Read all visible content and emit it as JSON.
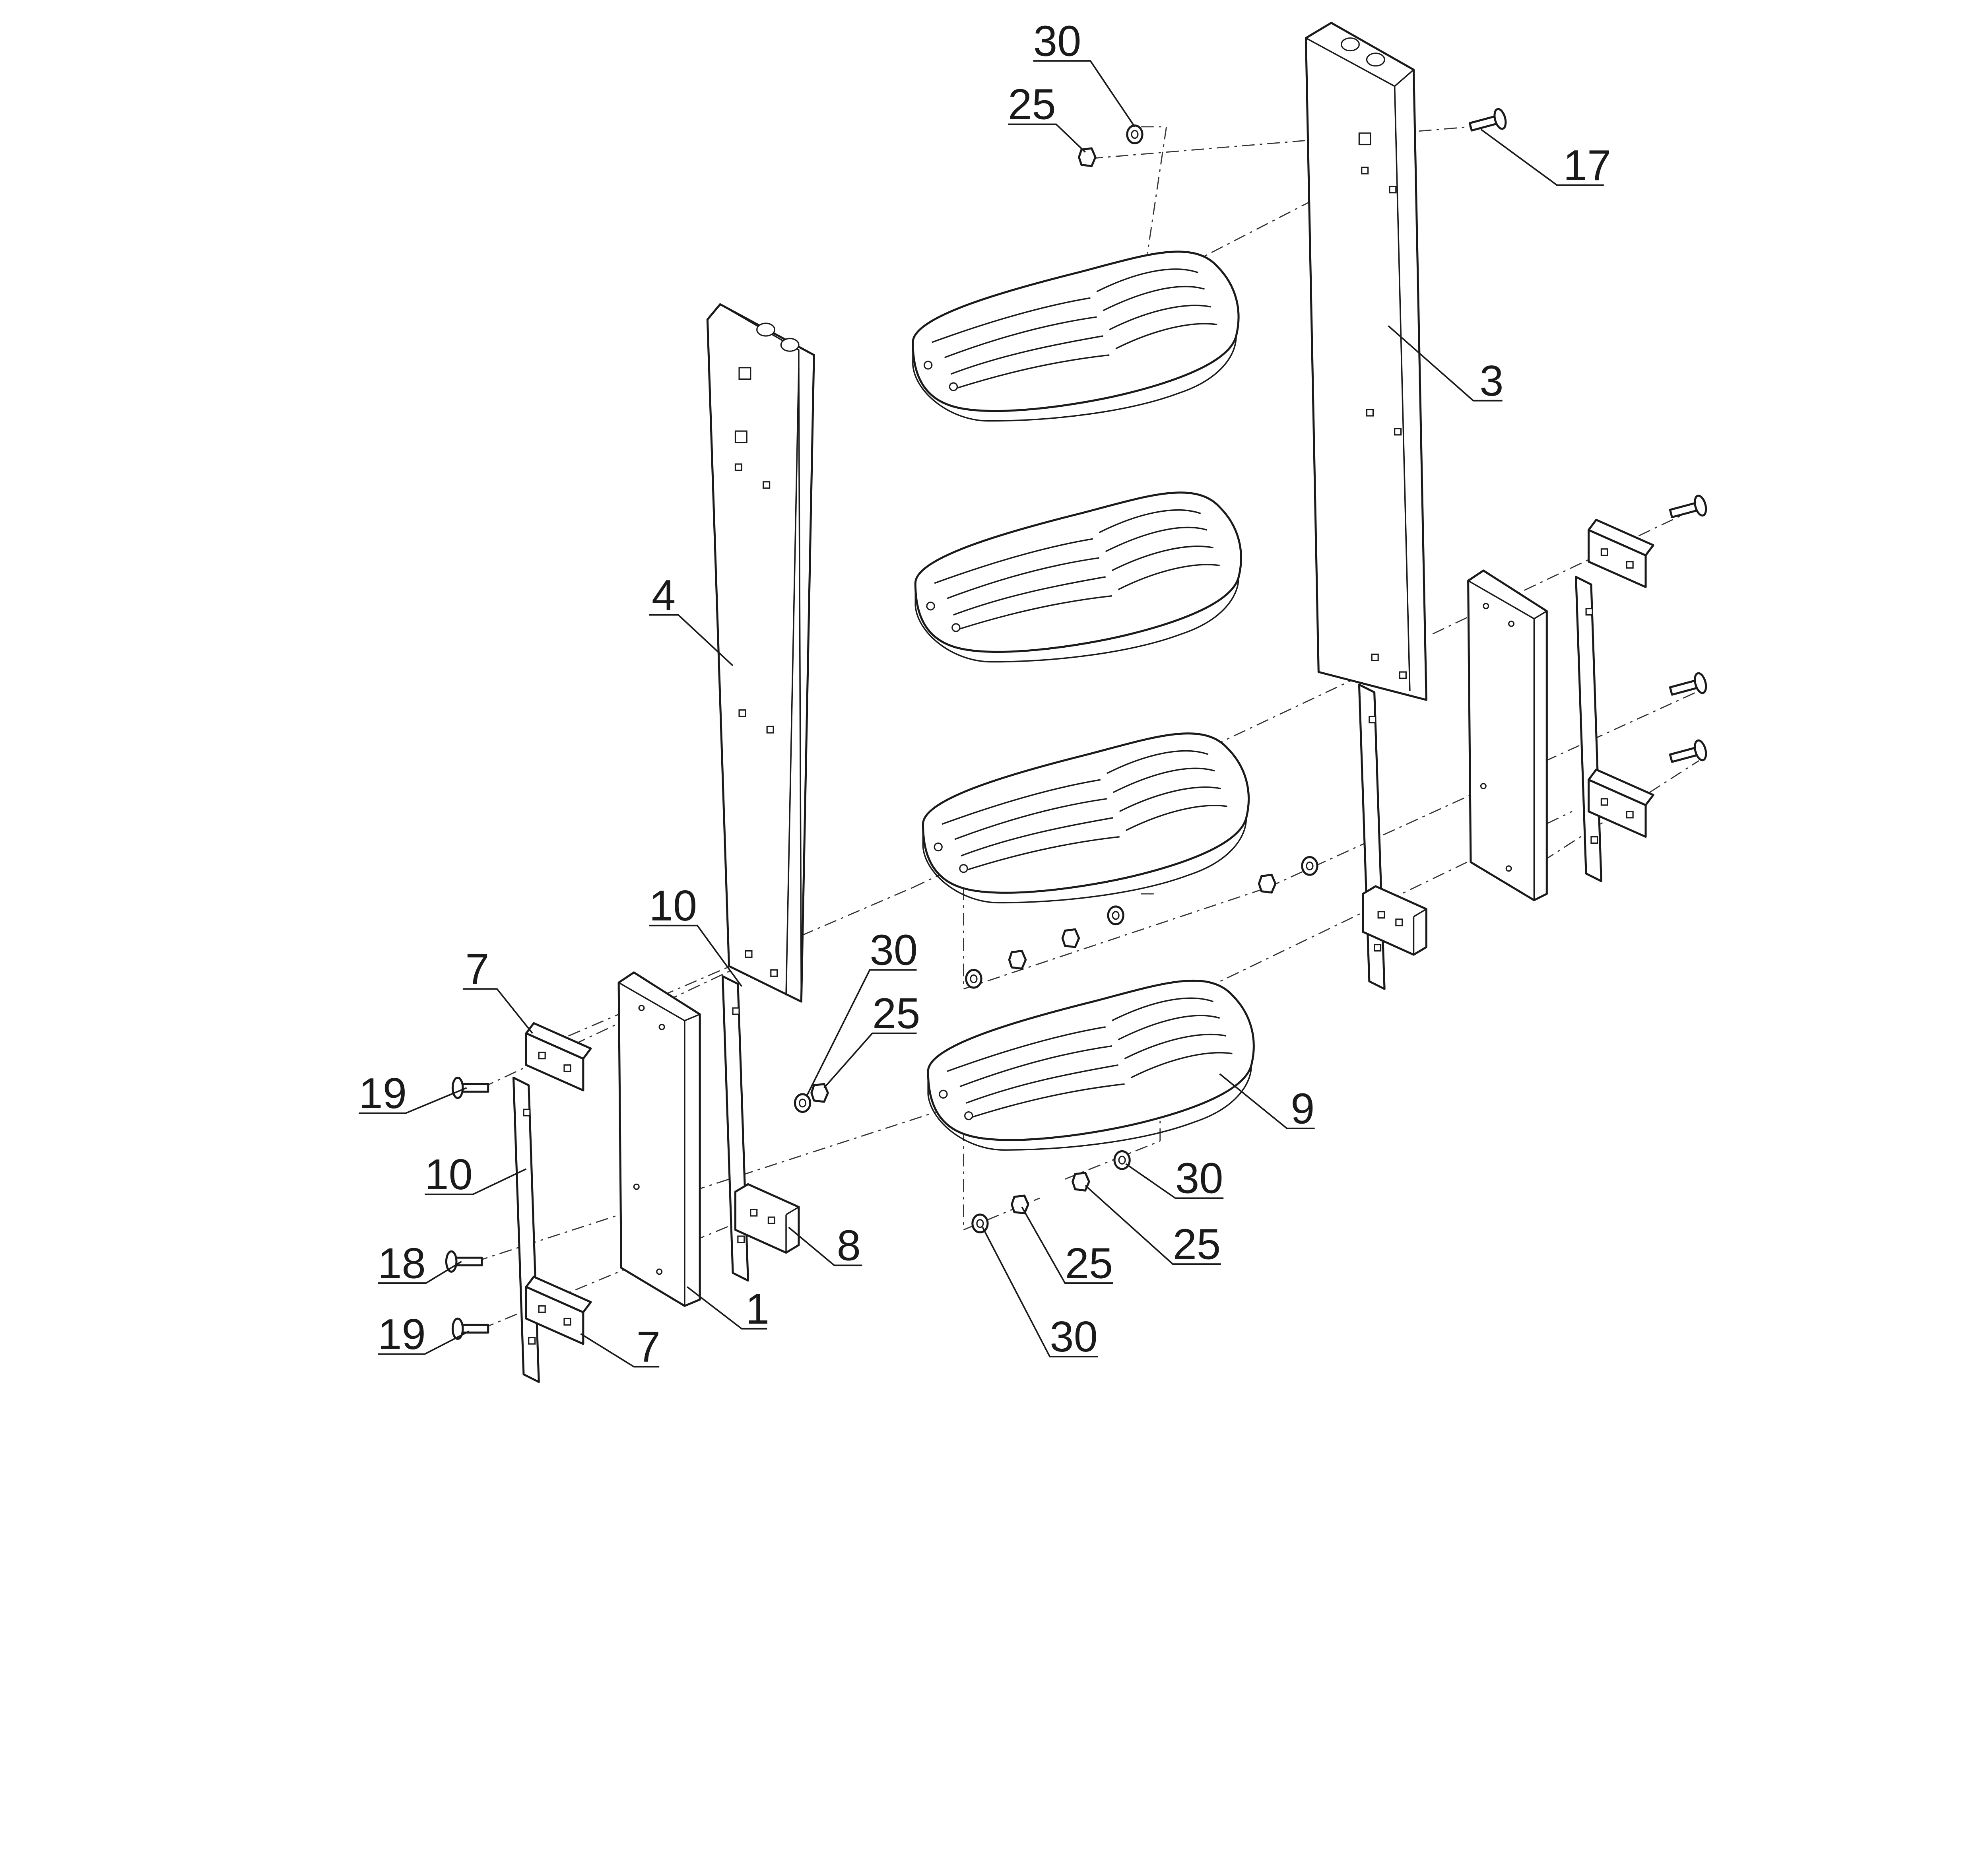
{
  "title": "Ladder exploded assembly drawing",
  "callouts": [
    {
      "label": "30"
    },
    {
      "label": "25"
    },
    {
      "label": "17"
    },
    {
      "label": "3"
    },
    {
      "label": "4"
    },
    {
      "label": "10"
    },
    {
      "label": "7"
    },
    {
      "label": "30"
    },
    {
      "label": "25"
    },
    {
      "label": "19"
    },
    {
      "label": "10"
    },
    {
      "label": "18"
    },
    {
      "label": "19"
    },
    {
      "label": "7"
    },
    {
      "label": "1"
    },
    {
      "label": "8"
    },
    {
      "label": "9"
    },
    {
      "label": "30"
    },
    {
      "label": "25"
    },
    {
      "label": "25"
    },
    {
      "label": "30"
    }
  ]
}
